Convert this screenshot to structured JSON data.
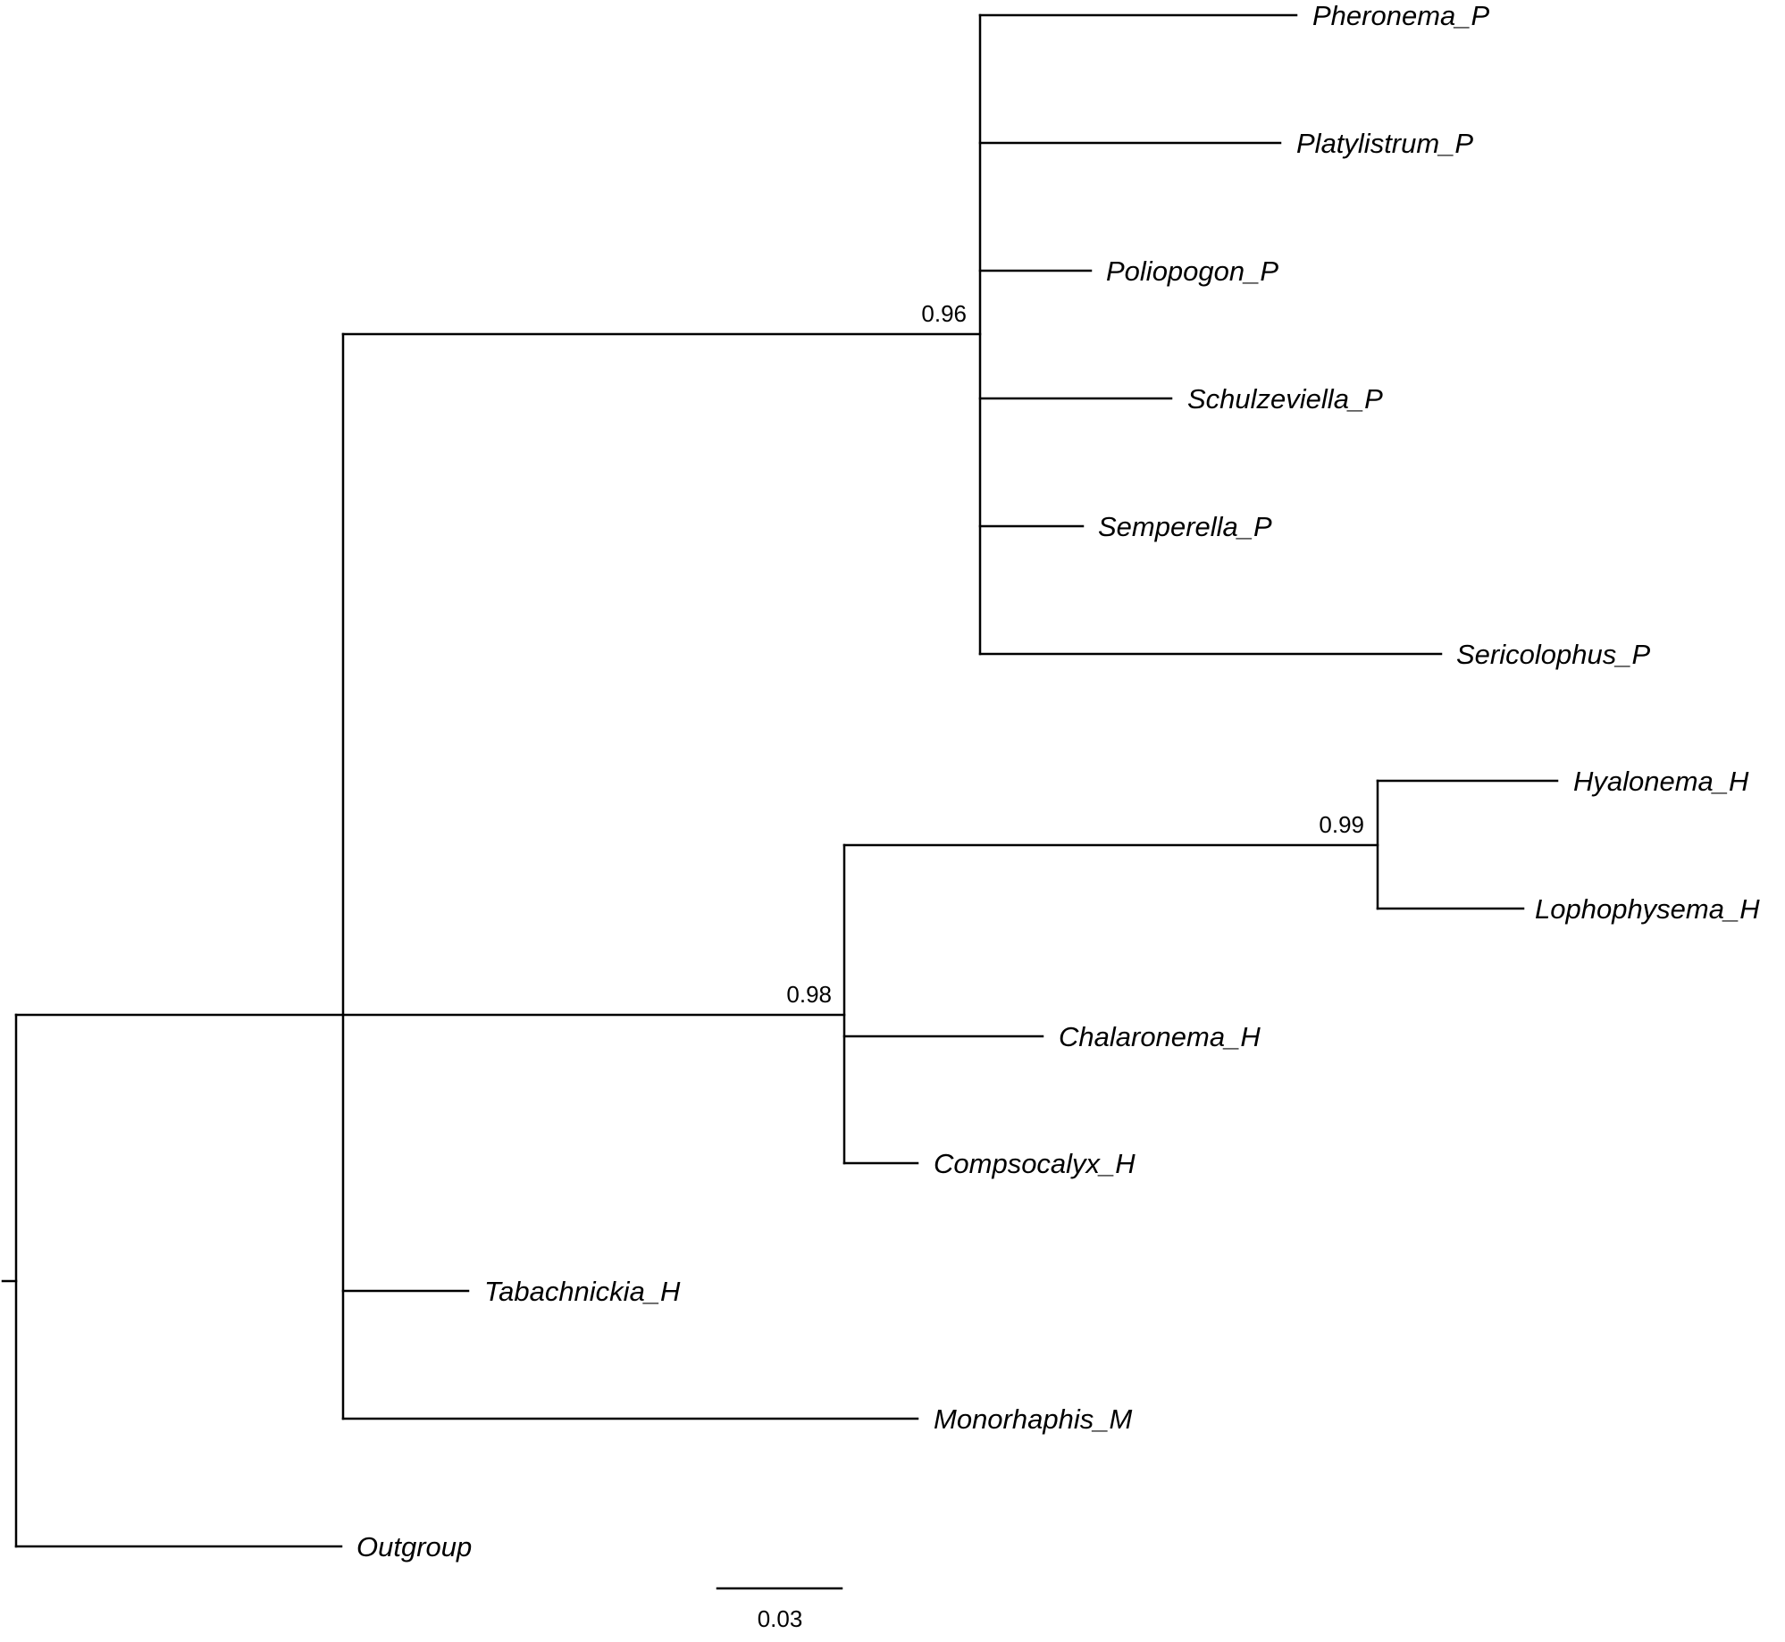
{
  "tree": {
    "taxa": [
      {
        "id": "pheronema",
        "label": "Pheronema_P"
      },
      {
        "id": "platylistrum",
        "label": "Platylistrum_P"
      },
      {
        "id": "poliopogon",
        "label": "Poliopogon_P"
      },
      {
        "id": "schulzeviella",
        "label": "Schulzeviella_P"
      },
      {
        "id": "semperella",
        "label": "Semperella_P"
      },
      {
        "id": "sericolophus",
        "label": "Sericolophus_P"
      },
      {
        "id": "hyalonema",
        "label": "Hyalonema_H"
      },
      {
        "id": "lophophysema",
        "label": "Lophophysema_H"
      },
      {
        "id": "chalaronema",
        "label": "Chalaronema_H"
      },
      {
        "id": "compsocalyx",
        "label": "Compsocalyx_H"
      },
      {
        "id": "tabachnickia",
        "label": "Tabachnickia_H"
      },
      {
        "id": "monorhaphis",
        "label": "Monorhaphis_M"
      },
      {
        "id": "outgroup",
        "label": "Outgroup"
      }
    ],
    "support_values": [
      {
        "node": "pheronematidae-clade",
        "label": "0.96"
      },
      {
        "node": "hyalonema-lophophysema",
        "label": "0.99"
      },
      {
        "node": "hyalonematidae-clade",
        "label": "0.98"
      }
    ],
    "scale_bar": {
      "label": "0.03"
    }
  }
}
